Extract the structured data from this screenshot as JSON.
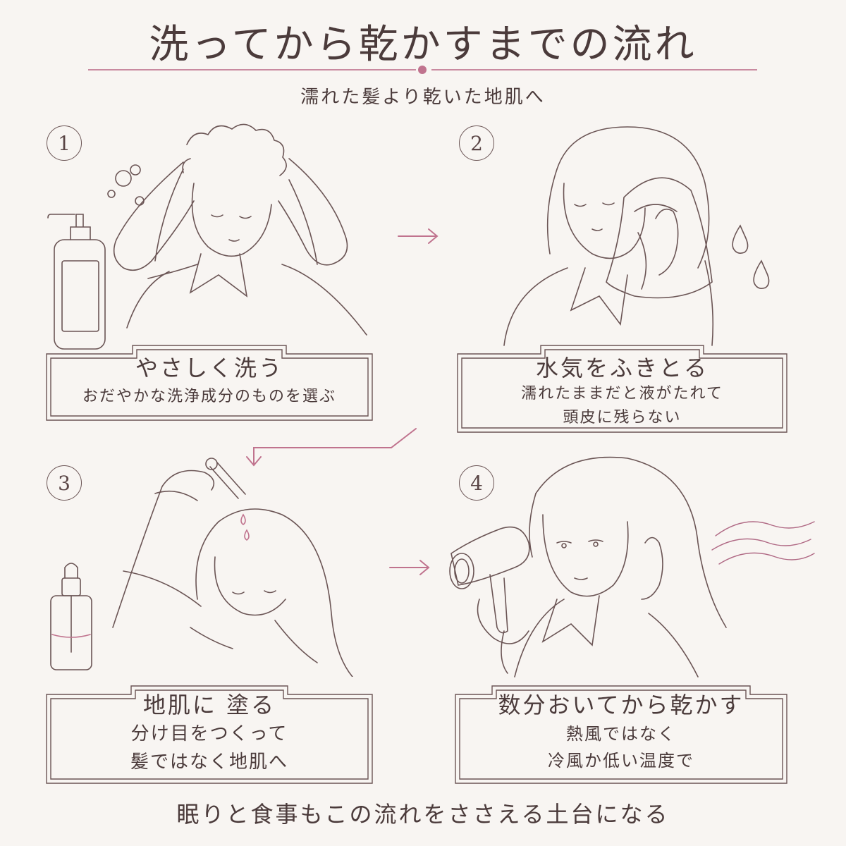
{
  "header": {
    "title": "洗ってから乾かすまでの流れ",
    "subtitle": "濡れた髪より乾いた地肌へ"
  },
  "steps": [
    {
      "number": "1",
      "title": "やさしく洗う",
      "lines": [
        "おだやかな洗浄成分のものを選ぶ"
      ]
    },
    {
      "number": "2",
      "title": "水気をふきとる",
      "lines": [
        "濡れたままだと液がたれて",
        "頭皮に残らない"
      ]
    },
    {
      "number": "3",
      "title": "地肌に 塗る",
      "lines": [
        "分け目をつくって",
        "髪ではなく地肌へ"
      ]
    },
    {
      "number": "4",
      "title": "数分おいてから乾かす",
      "lines": [
        "熱風ではなく",
        "冷風か低い温度で"
      ]
    }
  ],
  "footer": "眠りと食事もこの流れをささえる土台になる",
  "colors": {
    "accent": "#c0738e",
    "line": "#6b5555",
    "background": "#f8f5f2"
  }
}
